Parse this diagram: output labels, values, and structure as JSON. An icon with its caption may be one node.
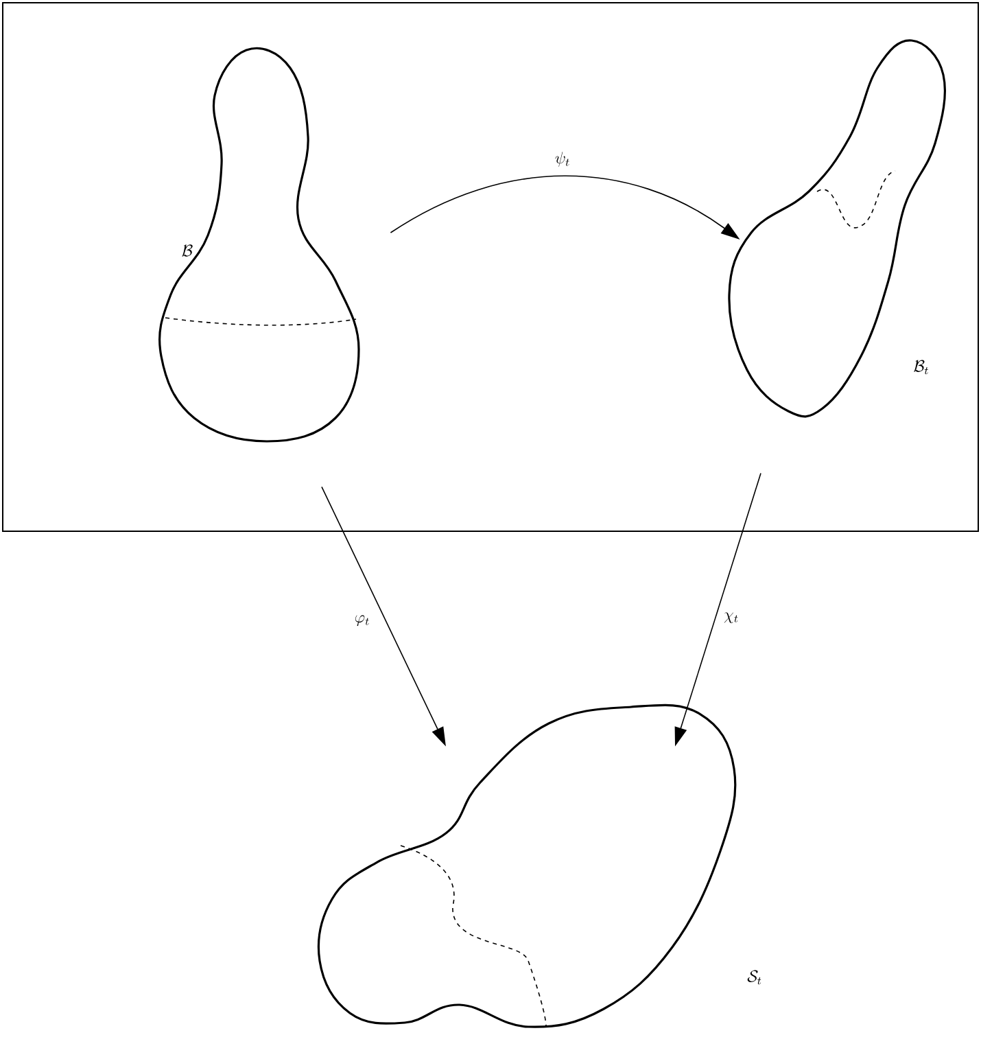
{
  "diagram": {
    "nodes": [
      {
        "text": [],
        "shape": "box"
      },
      {
        "text": [
          "\\mathcal{B}"
        ],
        "in": 0
      },
      {
        "text": [
          "\\mathcal{B}_t"
        ],
        "in": 0
      },
      {
        "text": [
          "\\mathcal{S}_t"
        ]
      }
    ],
    "edges": [
      {
        "from": 1,
        "to": 2,
        "arrow": "to",
        "label": "\\psi_t"
      },
      {
        "from": 1,
        "to": 3,
        "arrow": "to",
        "label": "\\varphi_t"
      },
      {
        "from": 2,
        "to": 3,
        "arrow": "to",
        "label": "\\chi_t"
      }
    ]
  }
}
